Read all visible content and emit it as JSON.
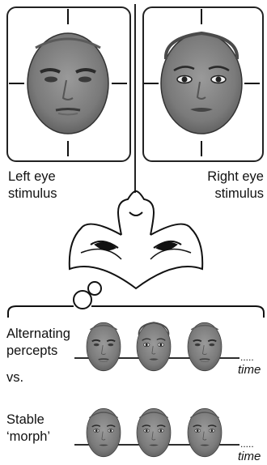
{
  "panels": {
    "left": {
      "caption_line1": "Left eye",
      "caption_line2": "stimulus",
      "face": "male-face"
    },
    "right": {
      "caption_line1": "Right eye",
      "caption_line2": "stimulus",
      "face": "female-face"
    }
  },
  "rows": [
    {
      "label_line1": "Alternating",
      "label_line2": "percepts",
      "time_label": "time",
      "faces": [
        "male-face",
        "female-face",
        "male-face"
      ]
    },
    {
      "label_line1": "Stable",
      "label_line2": "‘morph’",
      "time_label": "time",
      "faces": [
        "morph-face",
        "morph-face",
        "morph-face"
      ]
    }
  ],
  "separator": "vs.",
  "colors": {
    "face_gray": "#7d7d7d",
    "line": "#222222"
  }
}
